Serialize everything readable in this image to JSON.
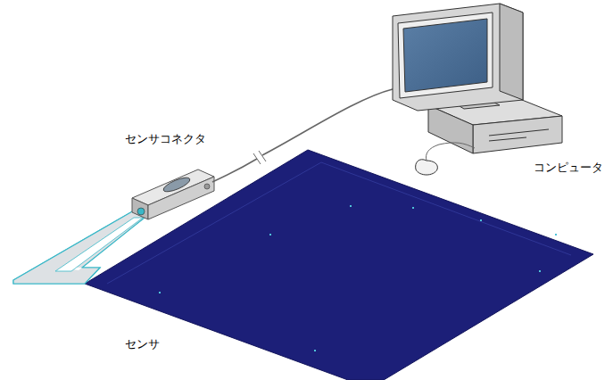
{
  "diagram": {
    "labels": [
      "センサコネクタ",
      "コンピュータ",
      "センサ"
    ]
  }
}
